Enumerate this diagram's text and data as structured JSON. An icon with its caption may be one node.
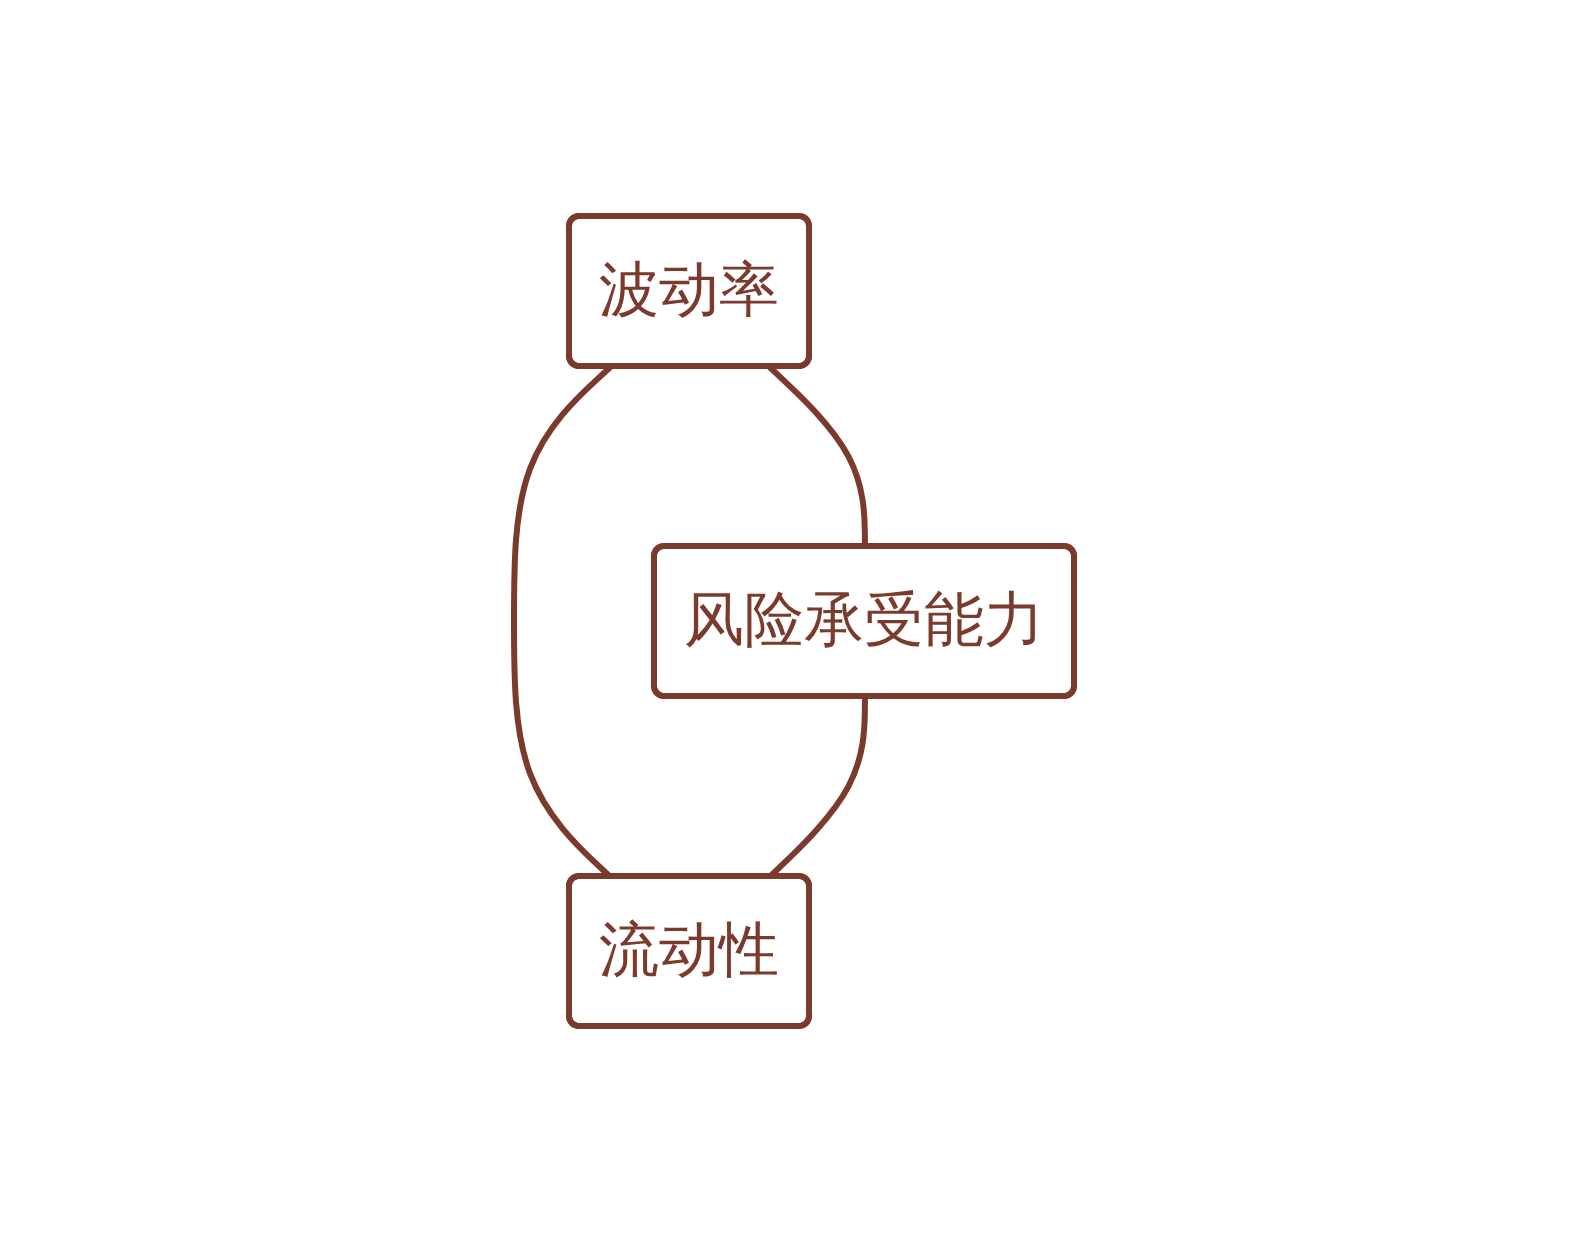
{
  "diagram": {
    "nodes": [
      {
        "text": [
          "波动率"
        ]
      },
      {
        "text": [
          "风险承受能力"
        ]
      },
      {
        "text": [
          "流动性"
        ]
      }
    ],
    "edges": [
      {
        "from": 0,
        "to": 1,
        "arrow": "none"
      },
      {
        "from": 0,
        "to": 2,
        "arrow": "none"
      },
      {
        "from": 1,
        "to": 2,
        "arrow": "none"
      }
    ]
  }
}
